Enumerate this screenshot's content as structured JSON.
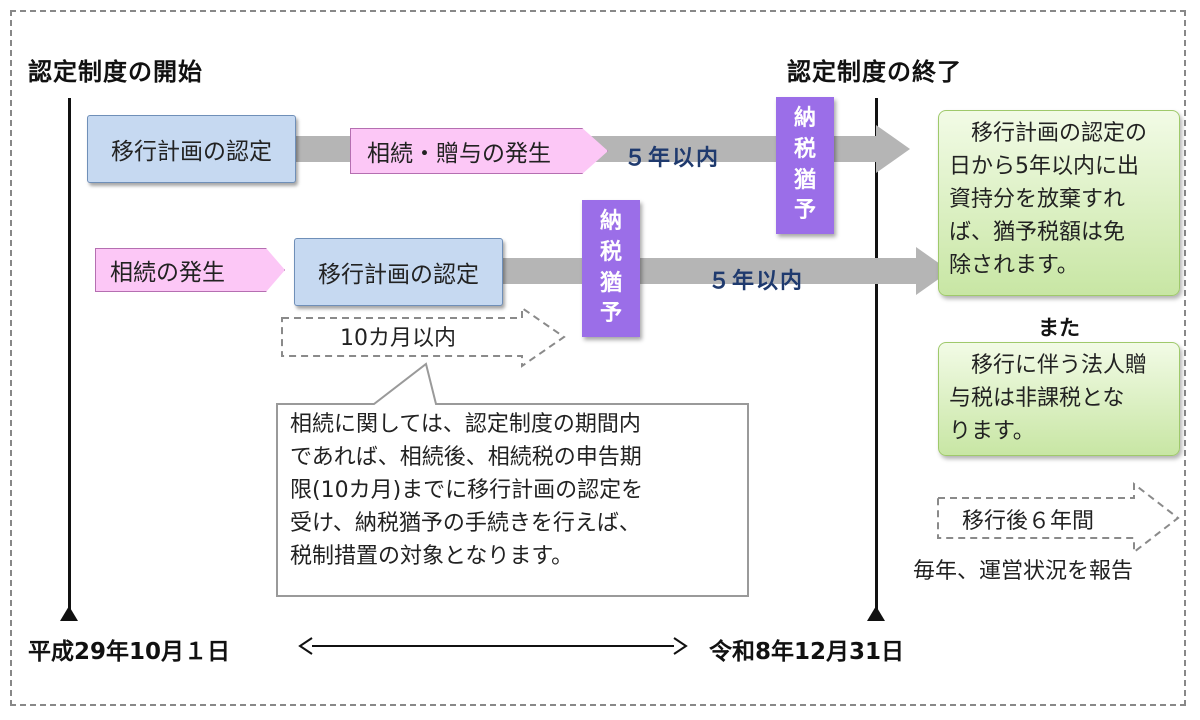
{
  "header": {
    "start_title": "認定制度の開始",
    "end_title": "認定制度の終了"
  },
  "row1": {
    "plan_label": "移行計画の認定",
    "event_label": "相続・贈与の発生",
    "period_label": "５年以内",
    "deferral_label": [
      "納",
      "税",
      "猶",
      "予"
    ]
  },
  "row2": {
    "event_label": "相続の発生",
    "plan_label": "移行計画の認定",
    "period_label": "５年以内",
    "deferral_label": [
      "納",
      "税",
      "猶",
      "予"
    ],
    "ten_month_label": "10カ月以内"
  },
  "callout": {
    "lines": [
      "相続に関しては、認定制度の期間内",
      "であれば、相続後、相続税の申告期",
      "限(10カ月)までに移行計画の認定を",
      "受け、納税猶予の手続きを行えば、",
      "税制措置の対象となります。"
    ]
  },
  "results": {
    "box1_lines": [
      "　移行計画の認定の",
      "日から5年以内に出",
      "資持分を放棄すれ",
      "ば、猶予税額は免",
      "除されます。"
    ],
    "connector": "また",
    "box2_lines": [
      "　移行に伴う法人贈",
      "与税は非課税とな",
      "ります。"
    ],
    "after_label": "移行後６年間",
    "report_label": "毎年、運営状況を報告"
  },
  "timeline": {
    "start_date": "平成29年10月１日",
    "end_date": "令和8年12月31日"
  },
  "colors": {
    "plan_box": "#c6d9f1",
    "event_box": "#fcc7f6",
    "deferral_box": "#9b6ee8",
    "result_box": "#d6eebc",
    "arrow": "#b5b5b5",
    "period_text": "#1f3a6e"
  }
}
